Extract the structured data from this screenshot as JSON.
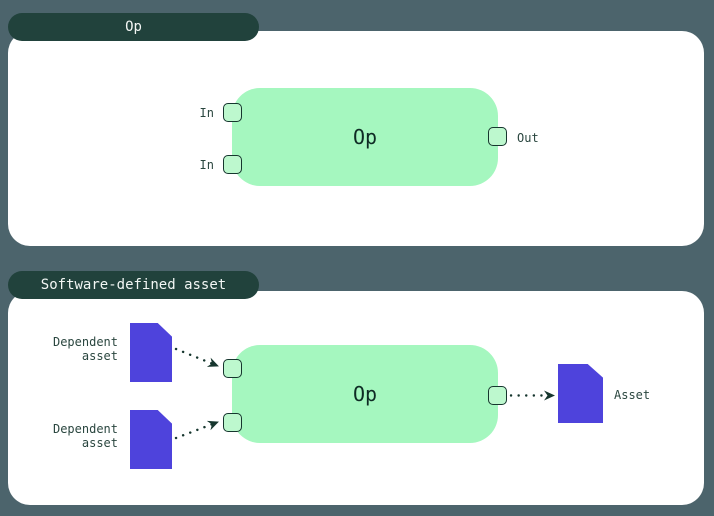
{
  "colors": {
    "bg": "#4C646C",
    "tab": "#21423C",
    "node": "#A5F7BF",
    "port": "#BDF8CE",
    "purple": "#4E43DC",
    "arrow": "#16362E"
  },
  "op_section": {
    "tab_label": "Op",
    "node_label": "Op",
    "input_labels": [
      "In",
      "In"
    ],
    "output_label": "Out"
  },
  "sda_section": {
    "tab_label": "Software-defined asset",
    "node_label": "Op",
    "dependent_asset_labels": [
      "Dependent asset",
      "Dependent asset"
    ],
    "asset_label": "Asset"
  }
}
